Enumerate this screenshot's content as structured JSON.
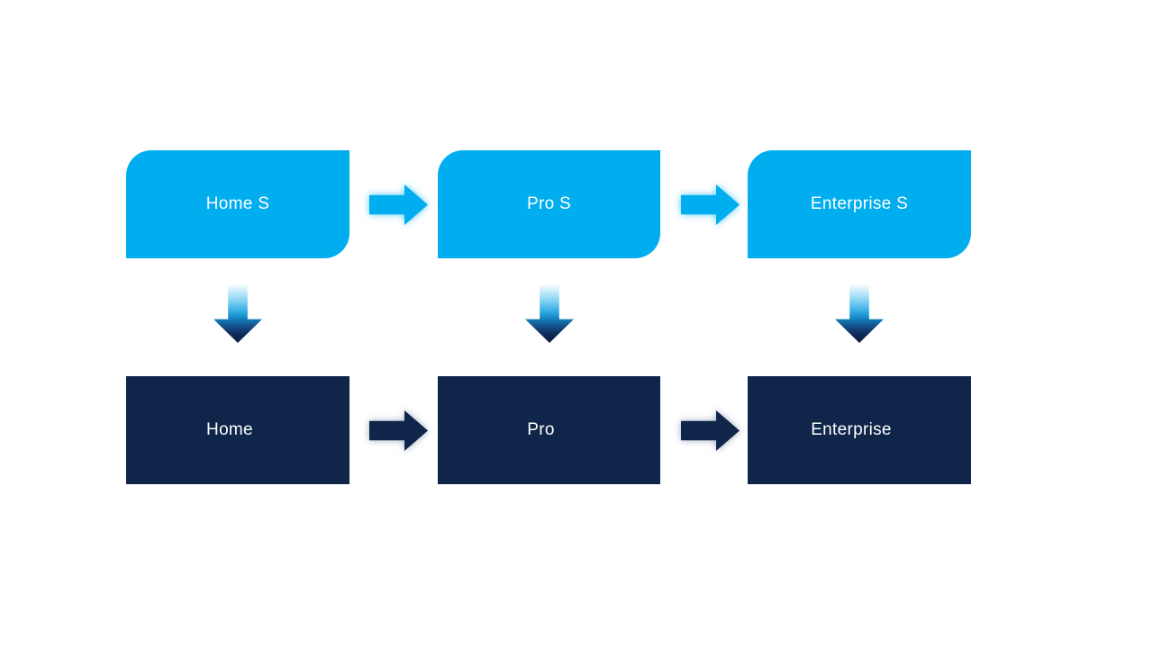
{
  "colors": {
    "background": "#ffffff",
    "light_blue": "#00AEEF",
    "dark_navy": "#0F2549",
    "text": "#ffffff"
  },
  "icons": {
    "right_arrow": "arrow-right-icon",
    "down_arrow": "arrow-down-icon"
  },
  "diagram": {
    "top_row": {
      "items": [
        {
          "label": "Home S"
        },
        {
          "label": "Pro S"
        },
        {
          "label": "Enterprise S"
        }
      ]
    },
    "bottom_row": {
      "items": [
        {
          "label": "Home"
        },
        {
          "label": "Pro"
        },
        {
          "label": "Enterprise"
        }
      ]
    }
  }
}
